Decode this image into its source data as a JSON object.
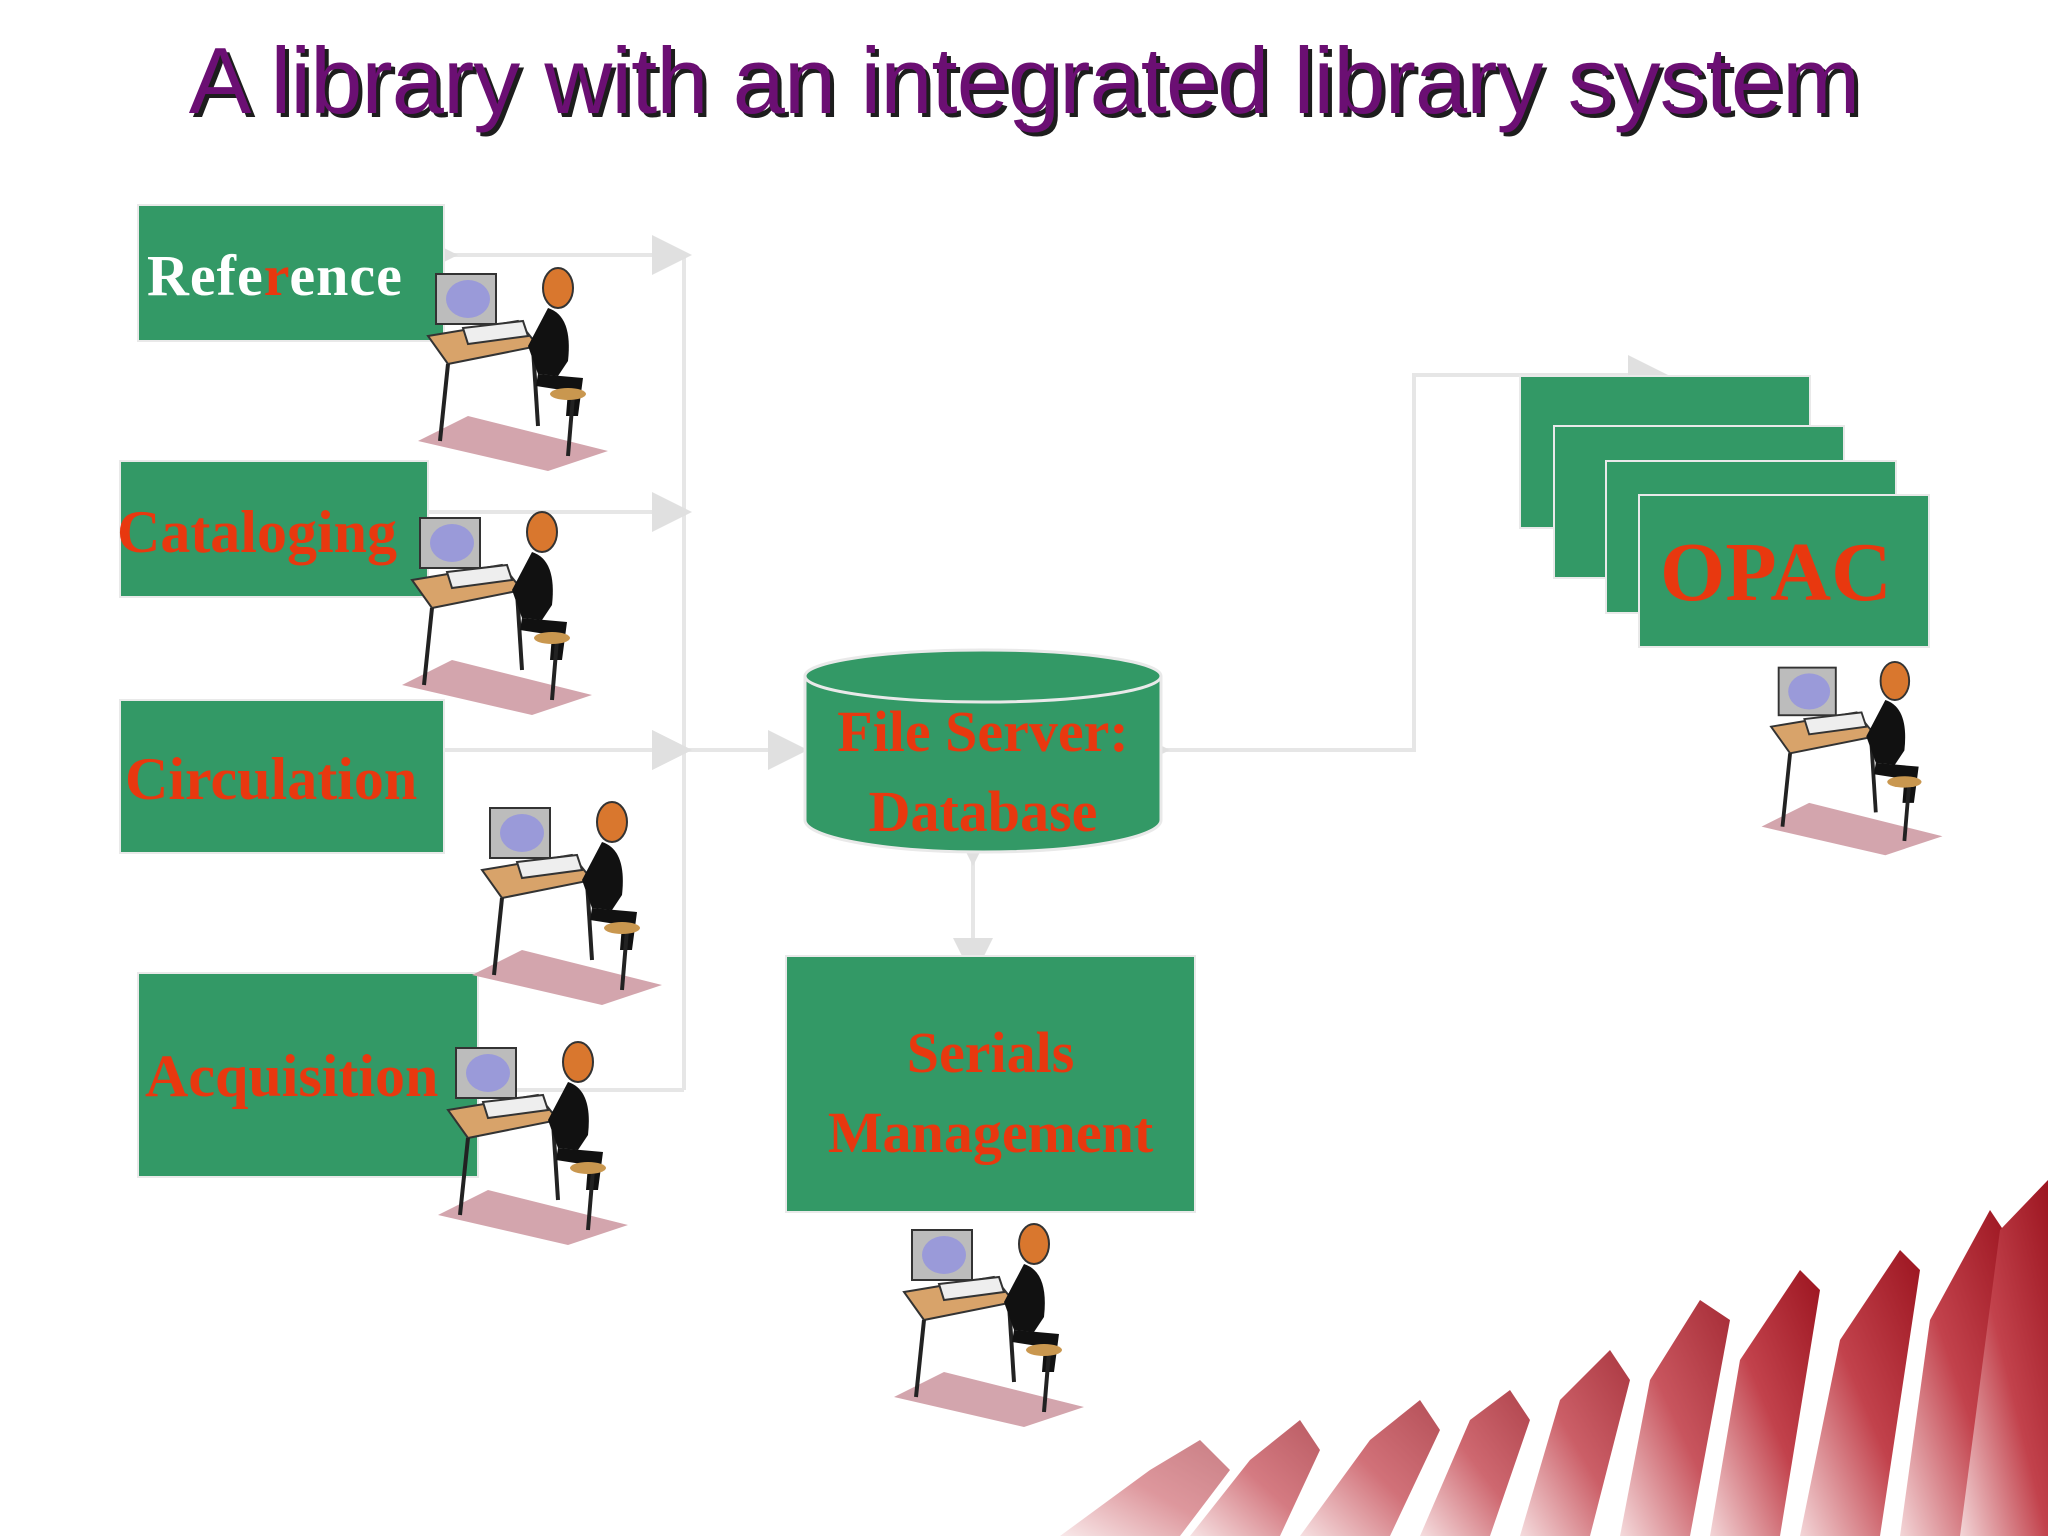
{
  "title": "A library with an integrated library system",
  "modules": {
    "reference": {
      "pre": "Refe",
      "mid": "r",
      "post": "ence"
    },
    "cataloging": "Cataloging",
    "circulation": "Circulation",
    "acquisition": "Acquisition",
    "serials": {
      "line1": "Serials",
      "line2": "Management"
    },
    "opac": "OPAC"
  },
  "database": {
    "line1": "File Server:",
    "line2": "Database"
  },
  "colors": {
    "box_green": "#339966",
    "label_red": "#e8380f",
    "title_purple": "#6b0f73",
    "connector": "#e6e6e6",
    "decor_red": "#b01f2a"
  },
  "icons": [
    "person-at-computer-icon"
  ]
}
